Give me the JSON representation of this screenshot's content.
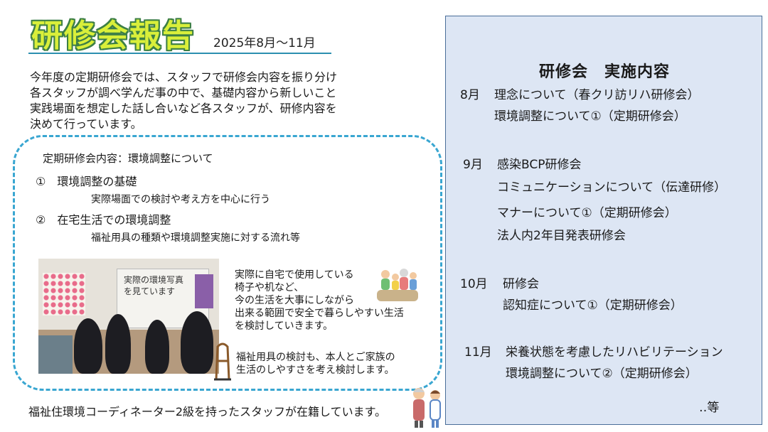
{
  "header": {
    "title": "研修会報告",
    "period": "2025年8月～11月"
  },
  "intro": [
    "今年度の定期研修会では、スタッフで研修会内容を振り分け",
    "各スタッフが調べ学んだ事の中で、基礎内容から新しいこと",
    "実践場面を想定した話し合いなど各スタッフが、研修内容を",
    "決めて行っています。"
  ],
  "regular_training": {
    "heading": "定期研修会内容：環境調整について",
    "items": [
      {
        "label": "①　環境調整の基礎",
        "desc": "実際場面での検討や考え方を中心に行う"
      },
      {
        "label": "②　在宅生活での環境調整",
        "desc": "福祉用具の種類や環境調整実施に対する流れ等"
      }
    ],
    "photo_caption": [
      "実際の環境写真",
      "を見ています"
    ],
    "description_1": [
      "実際に自宅で使用している",
      "椅子や机など、",
      "今の生活を大事にしながら",
      "出来る範囲で安全で暮らしやすい生活",
      "を検討していきます。"
    ],
    "description_2": [
      "福祉用具の検討も、本人とご家族の",
      "生活のしやすさを考え検討します。"
    ]
  },
  "footer_note": "福祉住環境コーディネーター2級を持ったスタッフが在籍しています。",
  "schedule": {
    "title": "研修会　実施内容",
    "months": [
      {
        "month": "8月",
        "entries": [
          "理念について（春クリ訪リハ研修会）",
          "環境調整について①（定期研修会）"
        ]
      },
      {
        "month": "9月",
        "entries": [
          "感染BCP研修会",
          "コミュニケーションについて（伝達研修）",
          "マナーについて①（定期研修会）",
          "法人内2年目発表研修会"
        ]
      },
      {
        "month": "10月",
        "entries": [
          "研修会",
          "認知症について①（定期研修会）"
        ]
      },
      {
        "month": "11月",
        "entries": [
          "栄養状態を考慮したリハビリテーション",
          "環境調整について②（定期研修会）"
        ]
      }
    ],
    "etc": "‥等"
  },
  "colors": {
    "title_fill": "#d9ef3a",
    "title_outline": "#3d7f46",
    "rule": "#2c8fb0",
    "dashed_border": "#39a6d1",
    "panel_bg": "#dde6f4",
    "panel_border": "#4a6e99"
  }
}
